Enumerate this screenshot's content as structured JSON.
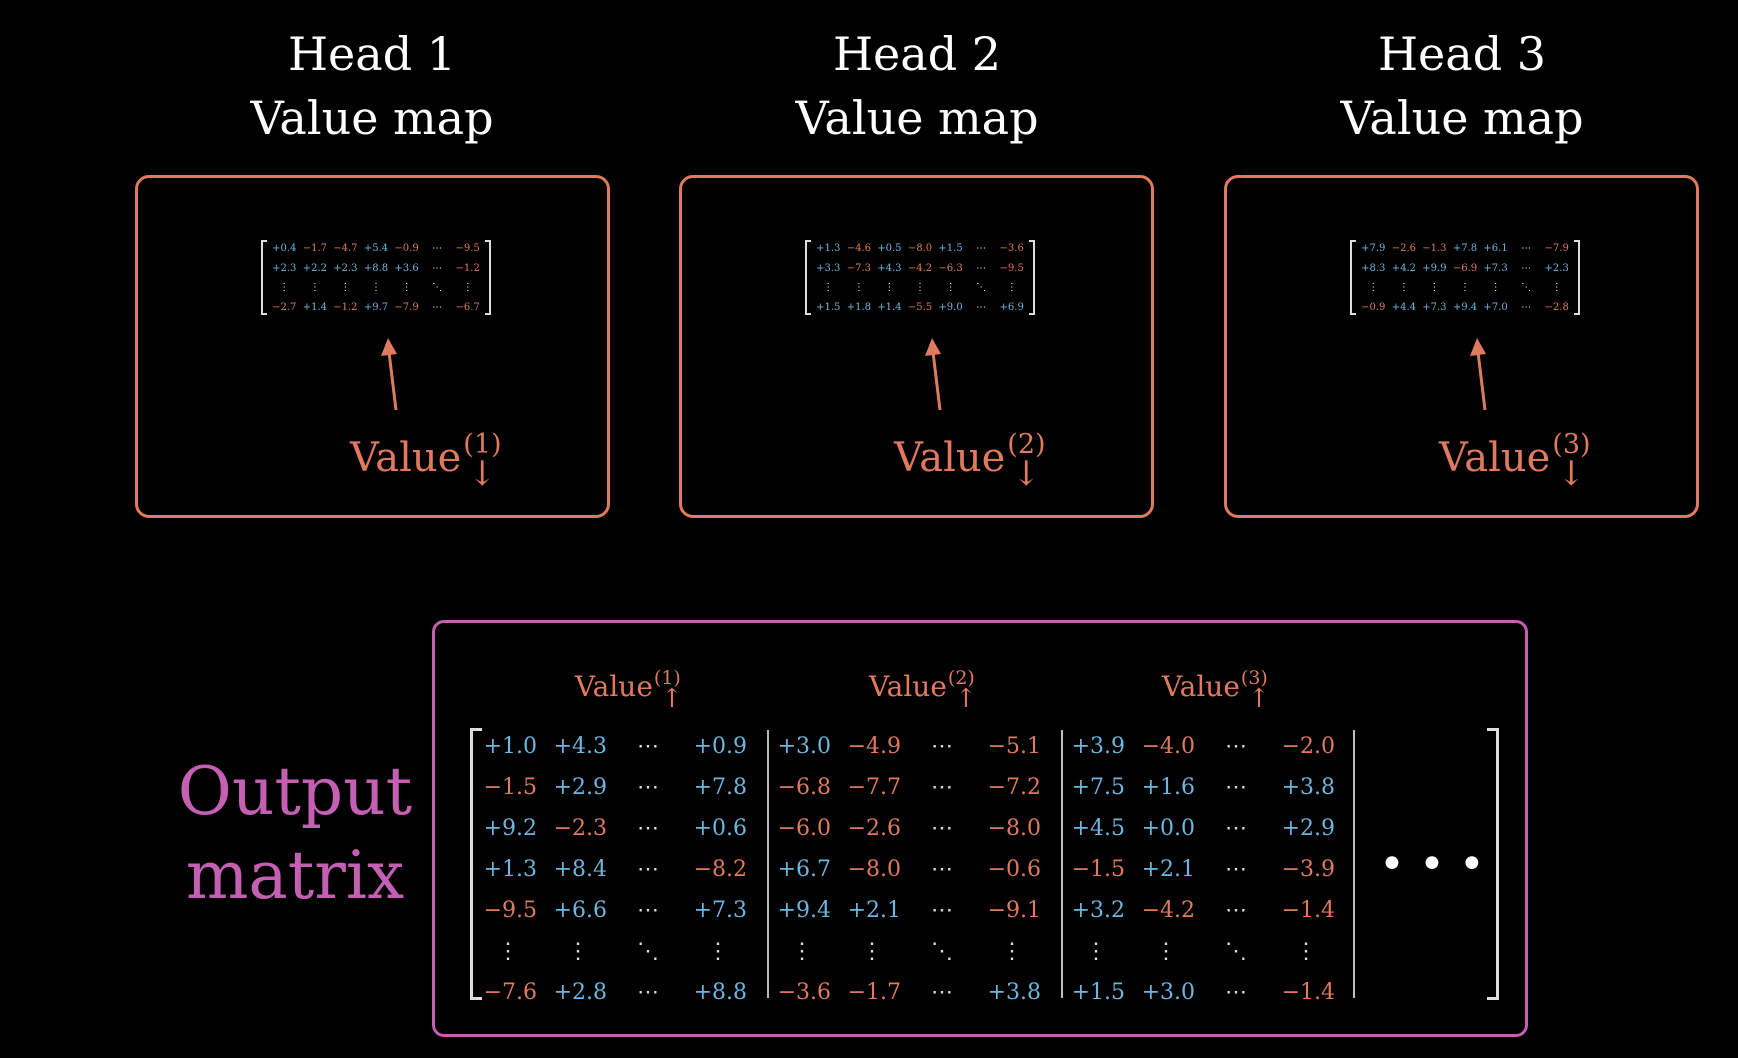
{
  "heads": [
    {
      "title": "Head 1",
      "subtitle": "Value map",
      "value_label": "Value",
      "superscript": "(1)",
      "arrow_down": "↓",
      "mini_matrix": [
        [
          "+0.4",
          "−1.7",
          "−4.7",
          "+5.4",
          "−0.9",
          "⋯",
          "−9.5"
        ],
        [
          "+2.3",
          "+2.2",
          "+2.3",
          "+8.8",
          "+3.6",
          "⋯",
          "−1.2"
        ],
        [
          "⋮",
          "⋮",
          "⋮",
          "⋮",
          "⋮",
          "⋱",
          "⋮"
        ],
        [
          "−2.7",
          "+1.4",
          "−1.2",
          "+9.7",
          "−7.9",
          "⋯",
          "−6.7"
        ]
      ]
    },
    {
      "title": "Head 2",
      "subtitle": "Value map",
      "value_label": "Value",
      "superscript": "(2)",
      "arrow_down": "↓",
      "mini_matrix": [
        [
          "+1.3",
          "−4.6",
          "+0.5",
          "−8.0",
          "+1.5",
          "⋯",
          "−3.6"
        ],
        [
          "+3.3",
          "−7.3",
          "+4.3",
          "−4.2",
          "−6.3",
          "⋯",
          "−9.5"
        ],
        [
          "⋮",
          "⋮",
          "⋮",
          "⋮",
          "⋮",
          "⋱",
          "⋮"
        ],
        [
          "+1.5",
          "+1.8",
          "+1.4",
          "−5.5",
          "+9.0",
          "⋯",
          "+6.9"
        ]
      ]
    },
    {
      "title": "Head 3",
      "subtitle": "Value map",
      "value_label": "Value",
      "superscript": "(3)",
      "arrow_down": "↓",
      "mini_matrix": [
        [
          "+7.9",
          "−2.6",
          "−1.3",
          "+7.8",
          "+6.1",
          "⋯",
          "−7.9"
        ],
        [
          "+8.3",
          "+4.2",
          "+9.9",
          "−6.9",
          "+7.3",
          "⋯",
          "+2.3"
        ],
        [
          "⋮",
          "⋮",
          "⋮",
          "⋮",
          "⋮",
          "⋱",
          "⋮"
        ],
        [
          "−0.9",
          "+4.4",
          "+7.3",
          "+9.4",
          "+7.0",
          "⋯",
          "−2.8"
        ]
      ]
    }
  ],
  "output": {
    "label_line1": "Output",
    "label_line2": "matrix",
    "trailing_dots": "•••",
    "columns": [
      {
        "value_label": "Value",
        "superscript": "(1)",
        "arrow_up": "↑",
        "rows": [
          [
            "+1.0",
            "+4.3",
            "⋯",
            "+0.9"
          ],
          [
            "−1.5",
            "+2.9",
            "⋯",
            "+7.8"
          ],
          [
            "+9.2",
            "−2.3",
            "⋯",
            "+0.6"
          ],
          [
            "+1.3",
            "+8.4",
            "⋯",
            "−8.2"
          ],
          [
            "−9.5",
            "+6.6",
            "⋯",
            "+7.3"
          ],
          [
            "⋮",
            "⋮",
            "⋱",
            "⋮"
          ],
          [
            "−7.6",
            "+2.8",
            "⋯",
            "+8.8"
          ]
        ]
      },
      {
        "value_label": "Value",
        "superscript": "(2)",
        "arrow_up": "↑",
        "rows": [
          [
            "+3.0",
            "−4.9",
            "⋯",
            "−5.1"
          ],
          [
            "−6.8",
            "−7.7",
            "⋯",
            "−7.2"
          ],
          [
            "−6.0",
            "−2.6",
            "⋯",
            "−8.0"
          ],
          [
            "+6.7",
            "−8.0",
            "⋯",
            "−0.6"
          ],
          [
            "+9.4",
            "+2.1",
            "⋯",
            "−9.1"
          ],
          [
            "⋮",
            "⋮",
            "⋱",
            "⋮"
          ],
          [
            "−3.6",
            "−1.7",
            "⋯",
            "+3.8"
          ]
        ]
      },
      {
        "value_label": "Value",
        "superscript": "(3)",
        "arrow_up": "↑",
        "rows": [
          [
            "+3.9",
            "−4.0",
            "⋯",
            "−2.0"
          ],
          [
            "+7.5",
            "+1.6",
            "⋯",
            "+3.8"
          ],
          [
            "+4.5",
            "+0.0",
            "⋯",
            "+2.9"
          ],
          [
            "−1.5",
            "+2.1",
            "⋯",
            "−3.9"
          ],
          [
            "+3.2",
            "−4.2",
            "⋯",
            "−1.4"
          ],
          [
            "⋮",
            "⋮",
            "⋱",
            "⋮"
          ],
          [
            "+1.5",
            "+3.0",
            "⋯",
            "−1.4"
          ]
        ]
      }
    ]
  },
  "colors": {
    "head_box": "#e07a5f",
    "output_box": "#c45fb3",
    "positive": "#6cb6e0",
    "negative": "#e07a5f"
  }
}
